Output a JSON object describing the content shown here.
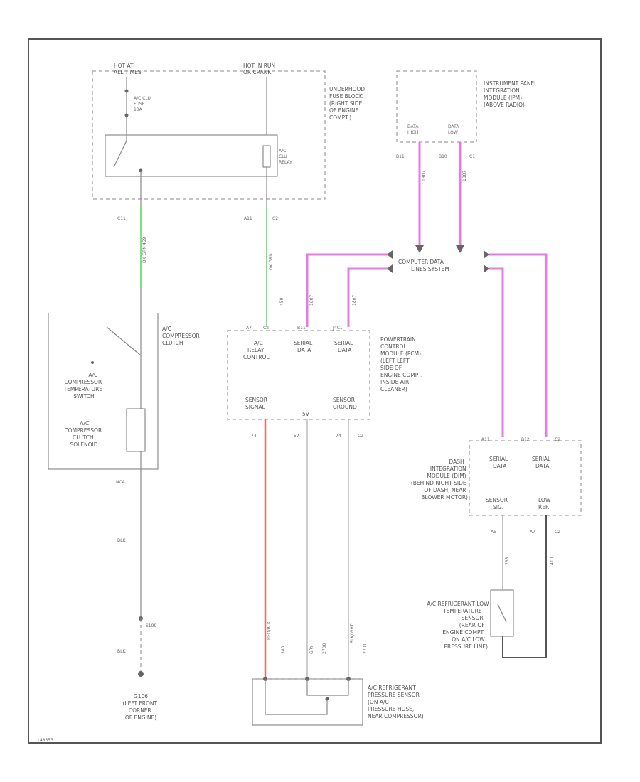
{
  "colors": {
    "frame": "#555555",
    "wire": "#888888",
    "green_wire": "#7fe07f",
    "pink_wire": "#e67be6",
    "red_wire": "#e07070",
    "ground_wire": "#555555",
    "text": "#555555"
  },
  "fuse_block": {
    "hot_at_all_times": [
      "HOT AT",
      "ALL TIMES"
    ],
    "hot_in_run": [
      "HOT IN RUN",
      "OR CRANK"
    ],
    "fuse_label": [
      "A/C CLU",
      "FUSE",
      "10A"
    ],
    "relay_label": [
      "A/C",
      "CLU",
      "RELAY"
    ],
    "block_label": [
      "UNDERHOOD",
      "FUSE BLOCK",
      "(RIGHT SIDE",
      "OF ENGINE",
      "COMPT.)"
    ],
    "conn_left": "C11",
    "conn_right_pin": "A11",
    "conn_right": "C2"
  },
  "ipm": {
    "label": [
      "INSTRUMENT PANEL",
      "INTEGRATION",
      "MODULE (IPM)",
      "(ABOVE RADIO)"
    ],
    "pin1": [
      "DATA",
      "HIGH"
    ],
    "pin2": [
      "DATA",
      "LOW"
    ],
    "conn1": "B11",
    "conn2": "B10",
    "conn2b": "C1",
    "wire1": "1807",
    "wire2": "1807"
  },
  "data_system": {
    "label": [
      "COMPUTER DATA",
      "LINES SYSTEM"
    ]
  },
  "compressor": {
    "clutch_label": [
      "A/C",
      "COMPRESSOR",
      "CLUTCH"
    ],
    "temp_switch": [
      "A/C",
      "COMPRESSOR",
      "TEMPERATURE",
      "SWITCH"
    ],
    "solenoid": [
      "A/C",
      "COMPRESSOR",
      "CLUTCH",
      "SOLENOID"
    ],
    "wire_a": "459",
    "wire_b": "DK GRN",
    "ground_conn": "NCA",
    "ground_color": "BLK",
    "splice": "S109",
    "ground_id": "G106",
    "ground_loc": [
      "(LEFT FRONT",
      "CORNER",
      "OF ENGINE)"
    ]
  },
  "pcm": {
    "pins": {
      "relay_control": [
        "A/C",
        "RELAY",
        "CONTROL"
      ],
      "serial_data_1": [
        "SERIAL",
        "DATA"
      ],
      "serial_data_2": [
        "SERIAL",
        "DATA"
      ],
      "sensor_signal": [
        "SENSOR",
        "SIGNAL"
      ],
      "five_v": "5V",
      "sensor_ground": [
        "SENSOR",
        "GROUND"
      ]
    },
    "top_conns": [
      "A7",
      "C2",
      "B11",
      "J4C1"
    ],
    "label": [
      "POWERTRAIN",
      "CONTROL",
      "MODULE (PCM)",
      "(LEFT LEFT",
      "SIDE OF",
      "ENGINE COMPT.",
      "INSIDE AIR",
      "CLEANER)"
    ],
    "bottom_conns": [
      "74",
      "57",
      "74",
      "C2"
    ],
    "wire_relay": "459",
    "wire_relay_color": "DK GRN",
    "wire_data1": "1807",
    "wire_data2": "1807",
    "wire_pink1": "1807",
    "wire_pink2": "1807"
  },
  "dim": {
    "pins": {
      "serial_data_1": [
        "SERIAL",
        "DATA"
      ],
      "serial_data_2": [
        "SERIAL",
        "DATA"
      ],
      "sensor_sig": [
        "SENSOR",
        "SIG."
      ],
      "low_ref": [
        "LOW",
        "REF."
      ]
    },
    "top_conns": [
      "A11",
      "B12",
      "C2"
    ],
    "label": [
      "DASH",
      "INTEGRATION",
      "MODULE (DIM)",
      "(BEHIND RIGHT SIDE",
      "OF DASH, NEAR",
      "BLOWER MOTOR)"
    ],
    "bottom_conns": [
      "A5",
      "A7",
      "C2"
    ],
    "wire_a": "733",
    "wire_b": "410"
  },
  "low_temp_sensor": {
    "label": [
      "A/C REFRIGERANT LOW",
      "TEMPERATURE",
      "SENSOR",
      "(REAR OF",
      "ENGINE COMPT.",
      "ON A/C LOW",
      "PRESSURE LINE)"
    ]
  },
  "pressure_sensor": {
    "label": [
      "A/C REFRIGERANT",
      "PRESSURE SENSOR",
      "(ON A/C",
      "PRESSURE HOSE,",
      "NEAR COMPRESSOR)"
    ],
    "wire1": "380",
    "wire1_color": "RED/BLK",
    "wire2": "2700",
    "wire2_color": "GRY",
    "wire3": "2701",
    "wire3_color": "BLK/WHT"
  },
  "footer_id": "148553"
}
